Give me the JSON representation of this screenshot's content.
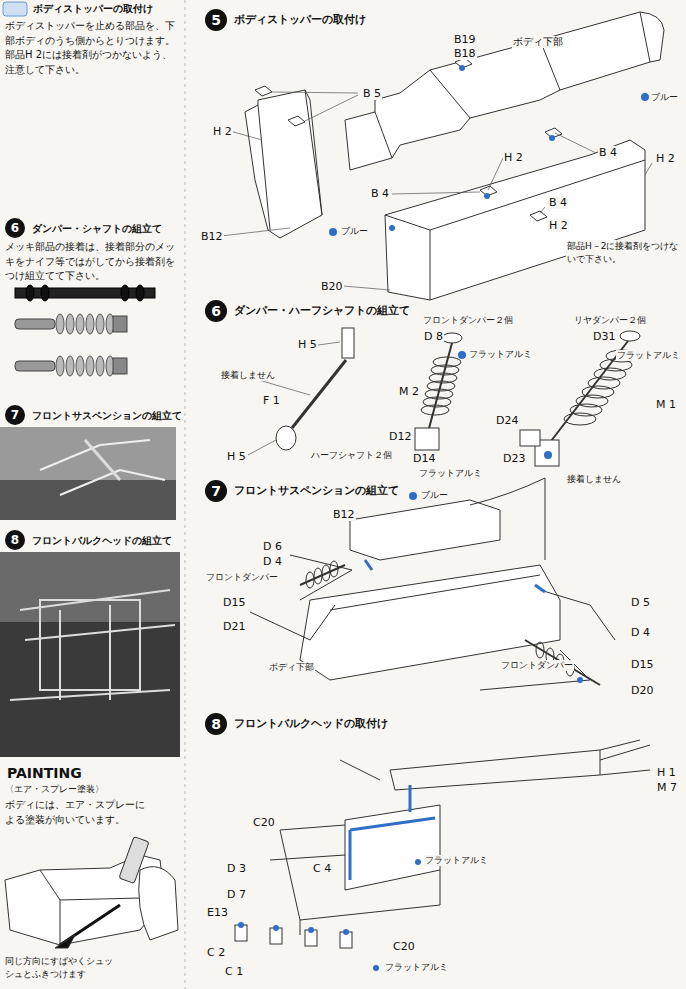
{
  "diagram": {
    "nodes": [
      {
        "text": [
          "6",
          "ダンパー・シャフトの組立て"
        ]
      },
      {
        "text": [
          "7",
          "フロントサスペンションの組立て"
        ]
      },
      {
        "text": [
          "8",
          "フロントバルクヘッドの組立て"
        ]
      },
      {
        "text": [
          "5",
          "ボディストッパーの取付け"
        ]
      },
      {
        "text": [
          "6",
          "ダンパー・ハーフシャフトの組立て"
        ]
      },
      {
        "text": [
          "7",
          "フロントサスペンションの組立て"
        ]
      },
      {
        "text": [
          "8",
          "フロントバルクヘッドの取付け"
        ]
      }
    ],
    "labels": [
      "ボディストッパーの取付け",
      "ボディストッパーを止める部品を、下部ボディのうち側からとりつけます。部品H 2には接着剤がつかないよう、注意して下さい。",
      "メッキ部品の接着は、接着部分のメッキをナイフ等ではがしてから接着剤をつけ組立てて下さい。",
      "PAINTING",
      "〈エア・スプレー塗装〉",
      "ボディには、エア・スプレーによる塗装が向いています。",
      "同じ方向にすばやくシュッシュとふきつけます",
      "B19",
      "B18",
      "ボディ下部",
      "ブルー",
      "B 5",
      "H 2",
      "B 4",
      "H 2",
      "H 2",
      "B 4",
      "B 4",
      "H 2",
      "B12",
      "ブルー",
      "部品H－2に接着剤をつけないで下さい。",
      "B20",
      "H 5",
      "接着しません",
      "F 1",
      "H 5",
      "ハーフシャフト２個",
      "フロントダンパー２個",
      "D 8",
      "フラットアルミ",
      "M 2",
      "D12",
      "D24",
      "D14",
      "フラットアルミ",
      "リヤダンパー２個",
      "D31",
      "フラットアルミ",
      "M 1",
      "D23",
      "接着しません",
      "ブルー",
      "B12",
      "D 6",
      "D 4",
      "フロントダンパー",
      "D15",
      "D21",
      "ボディ下部",
      "D 5",
      "D 4",
      "フロントダンパー",
      "D15",
      "D20",
      "H 1",
      "M 7",
      "C20",
      "C 4",
      "D 3",
      "フラットアルミ",
      "D 7",
      "E13",
      "C 2",
      "C20",
      "C 1",
      "フラットアルミ"
    ]
  }
}
